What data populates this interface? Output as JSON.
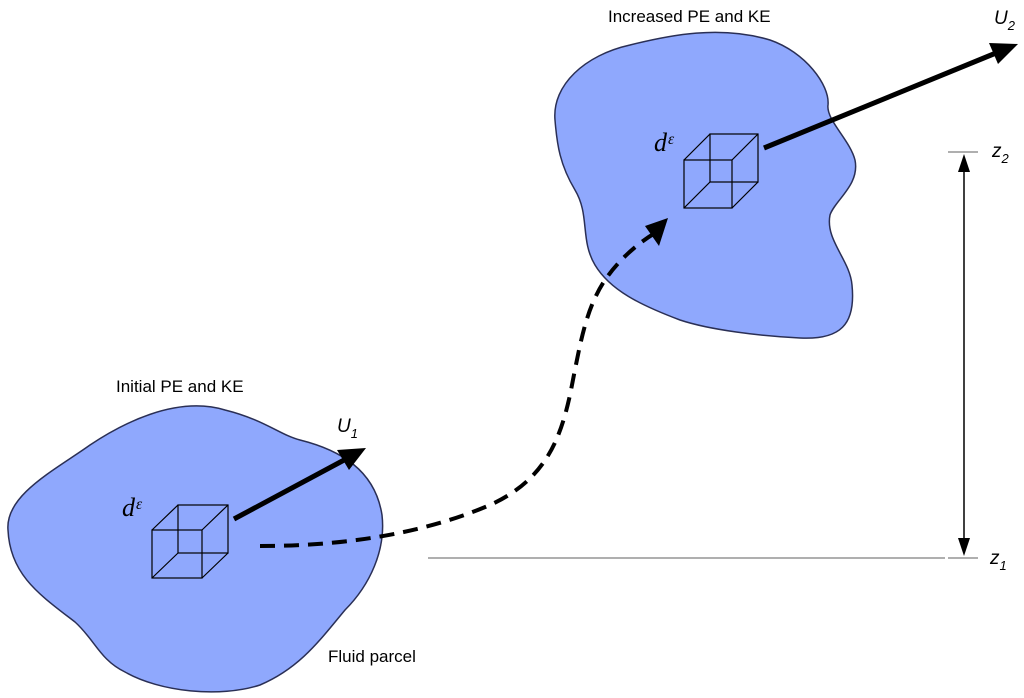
{
  "colors": {
    "parcel_fill": "#8fa8fd",
    "parcel_stroke": "#2a2f55",
    "line": "#000000",
    "reference_line": "#7f7f7f"
  },
  "labels": {
    "initial_state": "Initial PE and KE",
    "final_state": "Increased PE and KE",
    "fluid_parcel": "Fluid parcel"
  },
  "parcel_1": {
    "volume_symbol": "dᵋ",
    "velocity_symbol": "U",
    "velocity_subscript": "1"
  },
  "parcel_2": {
    "volume_symbol": "dᵋ",
    "velocity_symbol": "U",
    "velocity_subscript": "2"
  },
  "height_scale": {
    "z_low_symbol": "z",
    "z_low_subscript": "1",
    "z_high_symbol": "z",
    "z_high_subscript": "2"
  },
  "icons": {
    "volume_element": "wireframe-cube-icon",
    "velocity_vector": "arrow-icon",
    "path": "dashed-curve-arrow-icon"
  }
}
